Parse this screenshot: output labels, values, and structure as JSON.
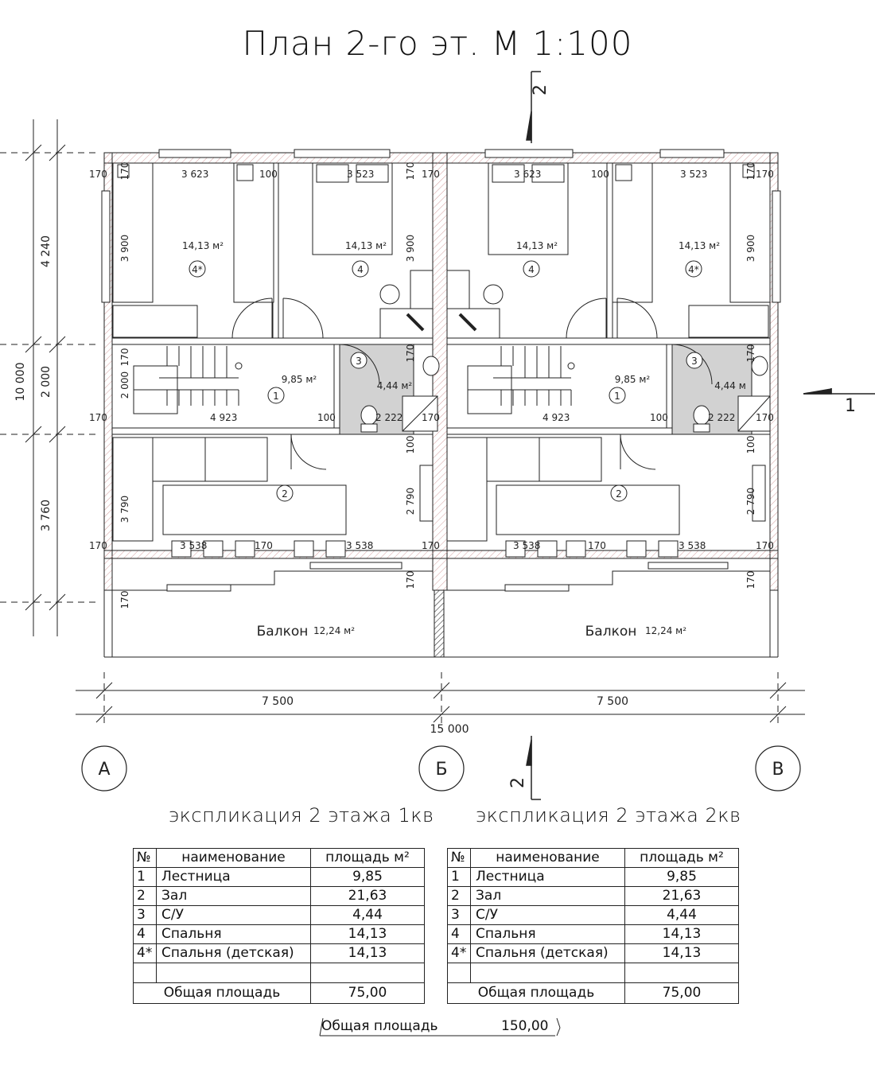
{
  "title": "План 2-го эт. М 1:100",
  "section_marks": {
    "top": "2",
    "bottom": "2",
    "right": "1"
  },
  "axes": [
    "А",
    "Б",
    "В"
  ],
  "dims": {
    "total_width": "15 000",
    "module_width": "7 500",
    "total_height": "10 000",
    "zone_heights": [
      "4 240",
      "2 000",
      "3 760"
    ],
    "wall": "170",
    "partition": "100",
    "bedroom_left_width": "3 623",
    "bedroom_right_width": "3 523",
    "bedroom_depth": "3 900",
    "hall_depth": "2 000",
    "hall_width": "4 923",
    "bath_width": "2 222",
    "living_depth": "3 790",
    "living_depth_2": "2 790",
    "living_width": "3 538"
  },
  "rooms": {
    "bedroom_area": "14,13 м²",
    "hall_area": "9,85 м²",
    "bath_area": "4,44 м²",
    "bath_area_short": "4,44 м",
    "balcony_label": "Балкон",
    "balcony_area": "12,24 м²",
    "marks": {
      "hall": "1",
      "living": "2",
      "bath": "3",
      "bed": "4",
      "bed_child": "4*"
    }
  },
  "explication_1": {
    "title": "экспликация 2 этажа 1кв",
    "header": {
      "num": "№",
      "name": "наименование",
      "area": "площадь м²"
    },
    "rows": [
      {
        "num": "1",
        "name": "Лестница",
        "area": "9,85"
      },
      {
        "num": "2",
        "name": "Зал",
        "area": "21,63"
      },
      {
        "num": "3",
        "name": "С/У",
        "area": "4,44"
      },
      {
        "num": "4",
        "name": "Спальня",
        "area": "14,13"
      },
      {
        "num": "4*",
        "name": "Спальня (детская)",
        "area": "14,13"
      }
    ],
    "total_label": "Общая площадь",
    "total_value": "75,00"
  },
  "explication_2": {
    "title": "экспликация 2 этажа 2кв",
    "header": {
      "num": "№",
      "name": "наименование",
      "area": "площадь м²"
    },
    "rows": [
      {
        "num": "1",
        "name": "Лестница",
        "area": "9,85"
      },
      {
        "num": "2",
        "name": "Зал",
        "area": "21,63"
      },
      {
        "num": "3",
        "name": "С/У",
        "area": "4,44"
      },
      {
        "num": "4",
        "name": "Спальня",
        "area": "14,13"
      },
      {
        "num": "4*",
        "name": "Спальня (детская)",
        "area": "14,13"
      }
    ],
    "total_label": "Общая площадь",
    "total_value": "75,00"
  },
  "grand_total": {
    "label": "Общая площадь",
    "value": "150,00"
  },
  "colors": {
    "line": "#222222",
    "wall_hatch": "#c98a8a",
    "bath_fill": "#d2d2d2"
  }
}
